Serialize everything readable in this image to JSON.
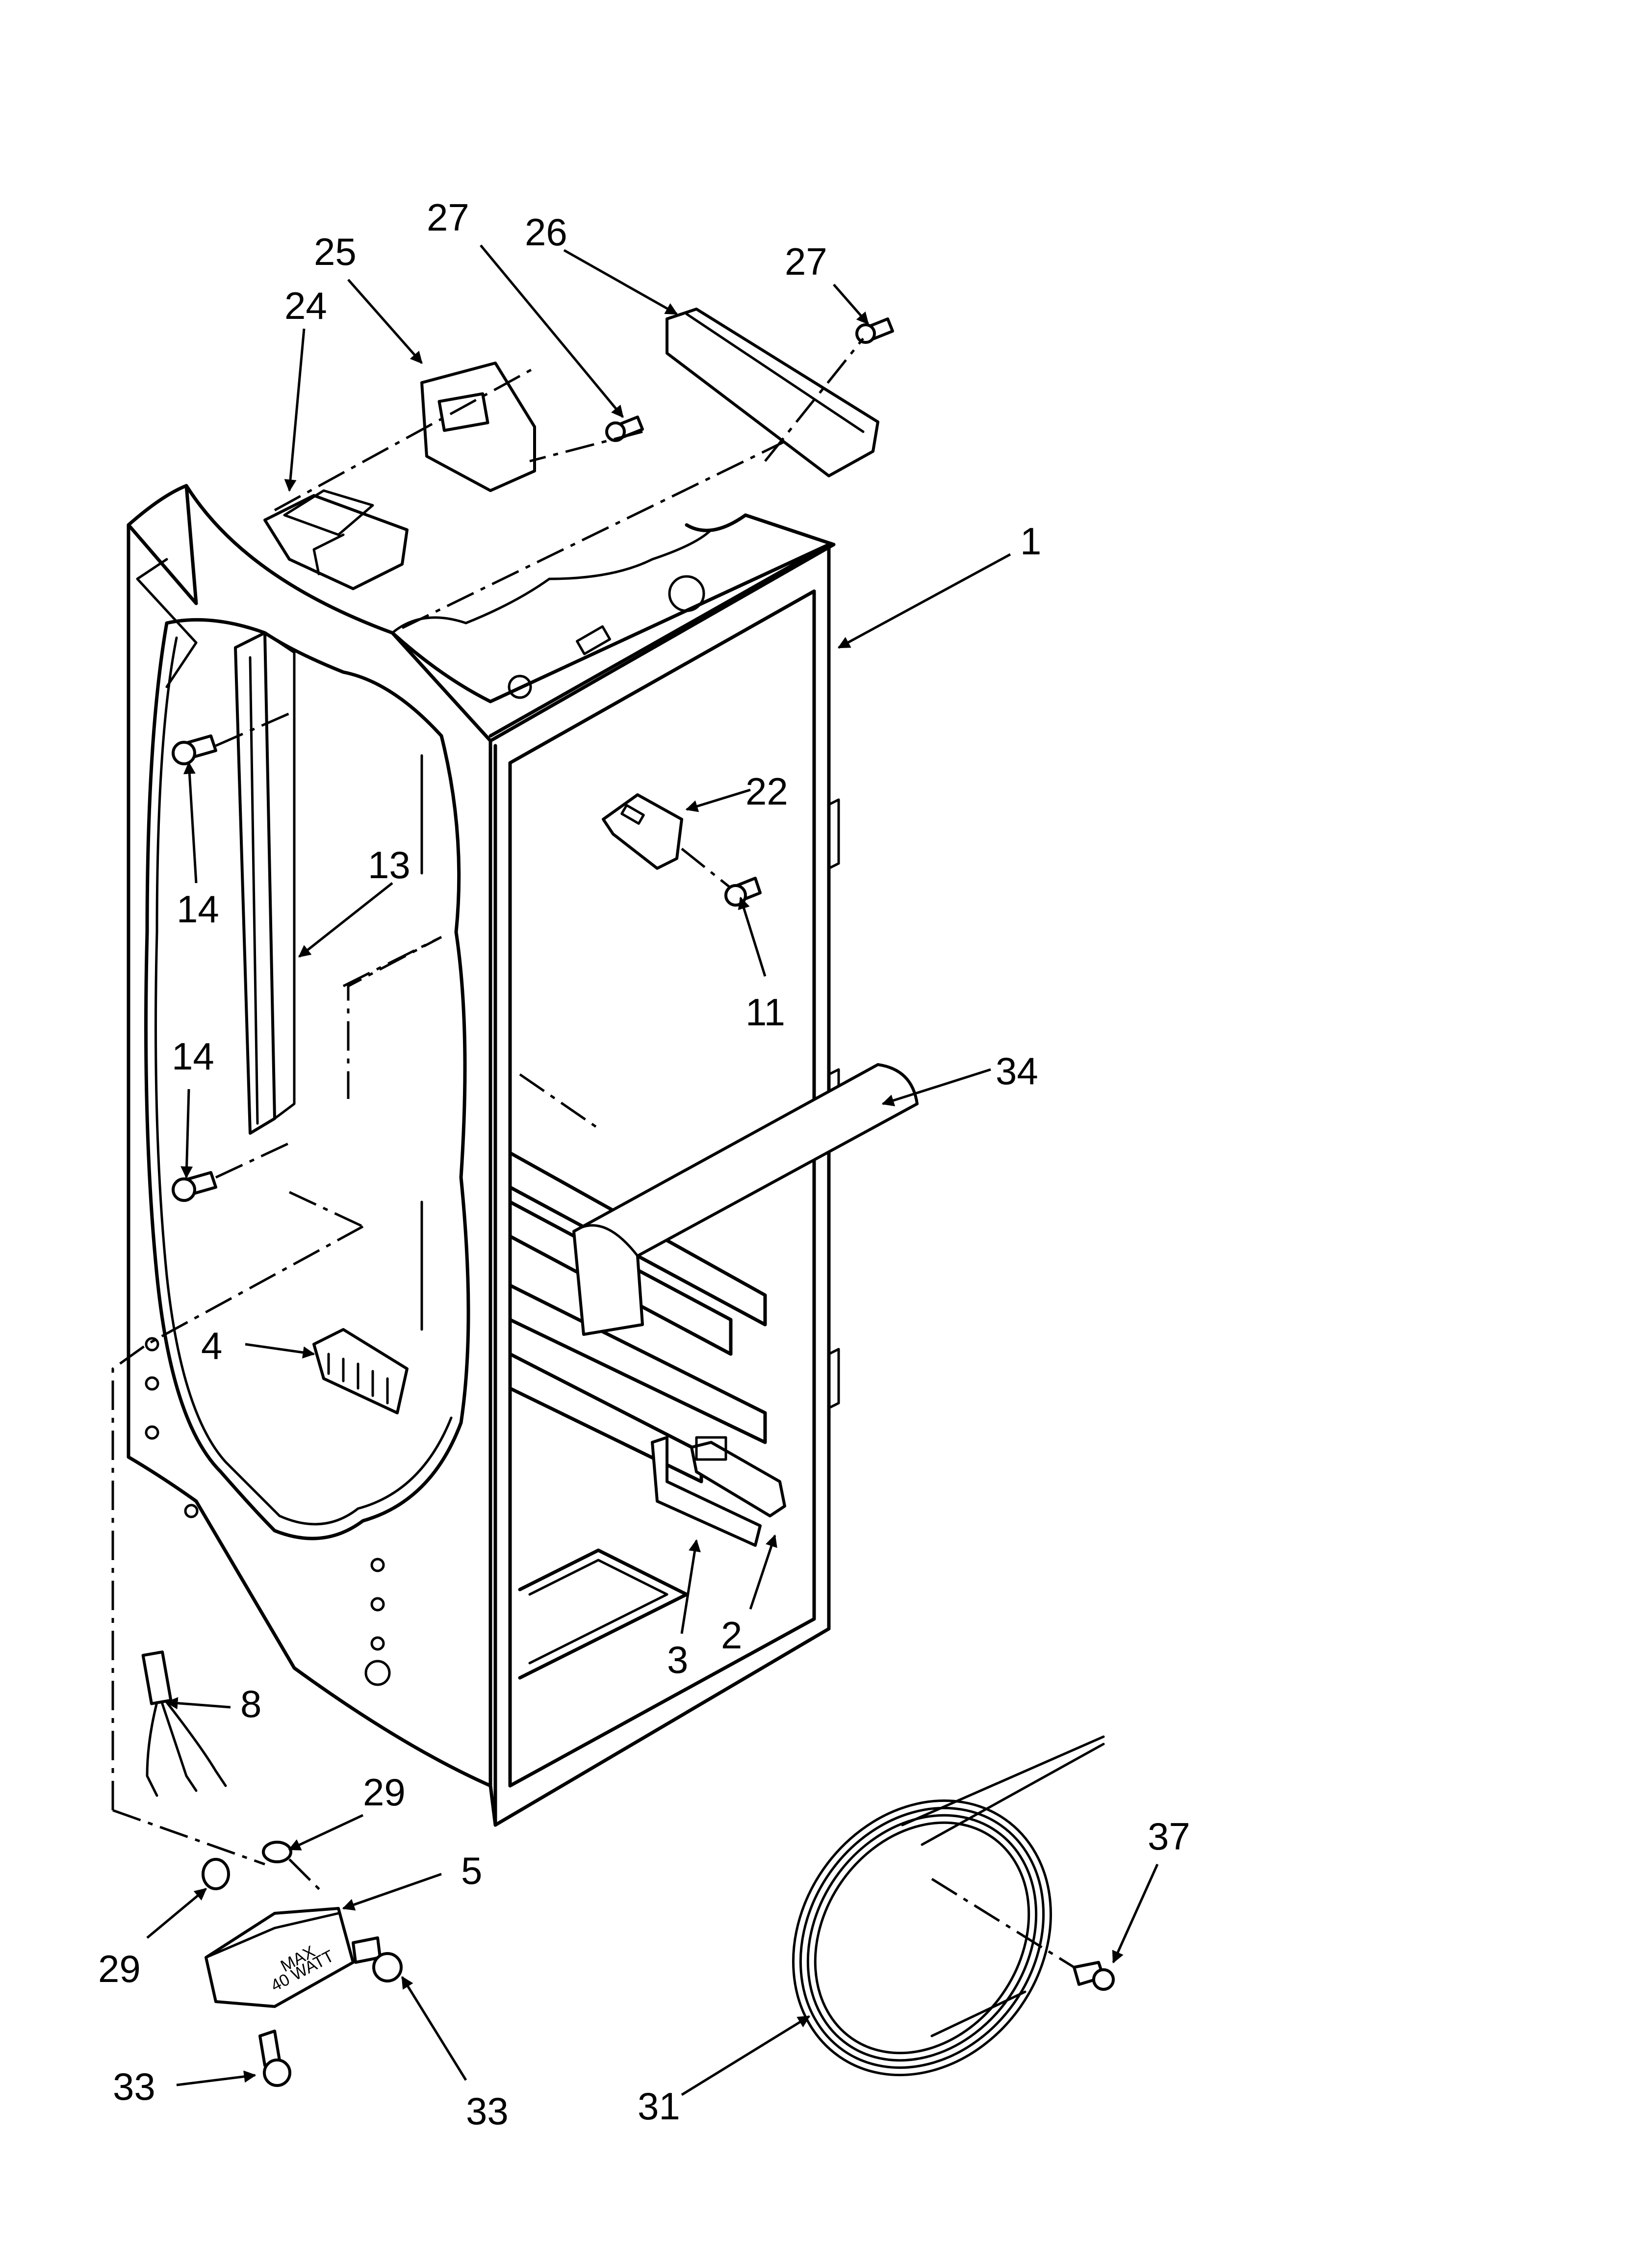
{
  "callouts": {
    "c1": "1",
    "c2": "2",
    "c3": "3",
    "c4": "4",
    "c5": "5",
    "c8": "8",
    "c11": "11",
    "c13": "13",
    "c14a": "14",
    "c14b": "14",
    "c22": "22",
    "c24": "24",
    "c25": "25",
    "c26": "26",
    "c27a": "27",
    "c27b": "27",
    "c29a": "29",
    "c29b": "29",
    "c31": "31",
    "c33a": "33",
    "c33b": "33",
    "c34": "34",
    "c37": "37"
  },
  "light_housing_text": {
    "line1": "MAX",
    "line2": "40 WATT"
  }
}
